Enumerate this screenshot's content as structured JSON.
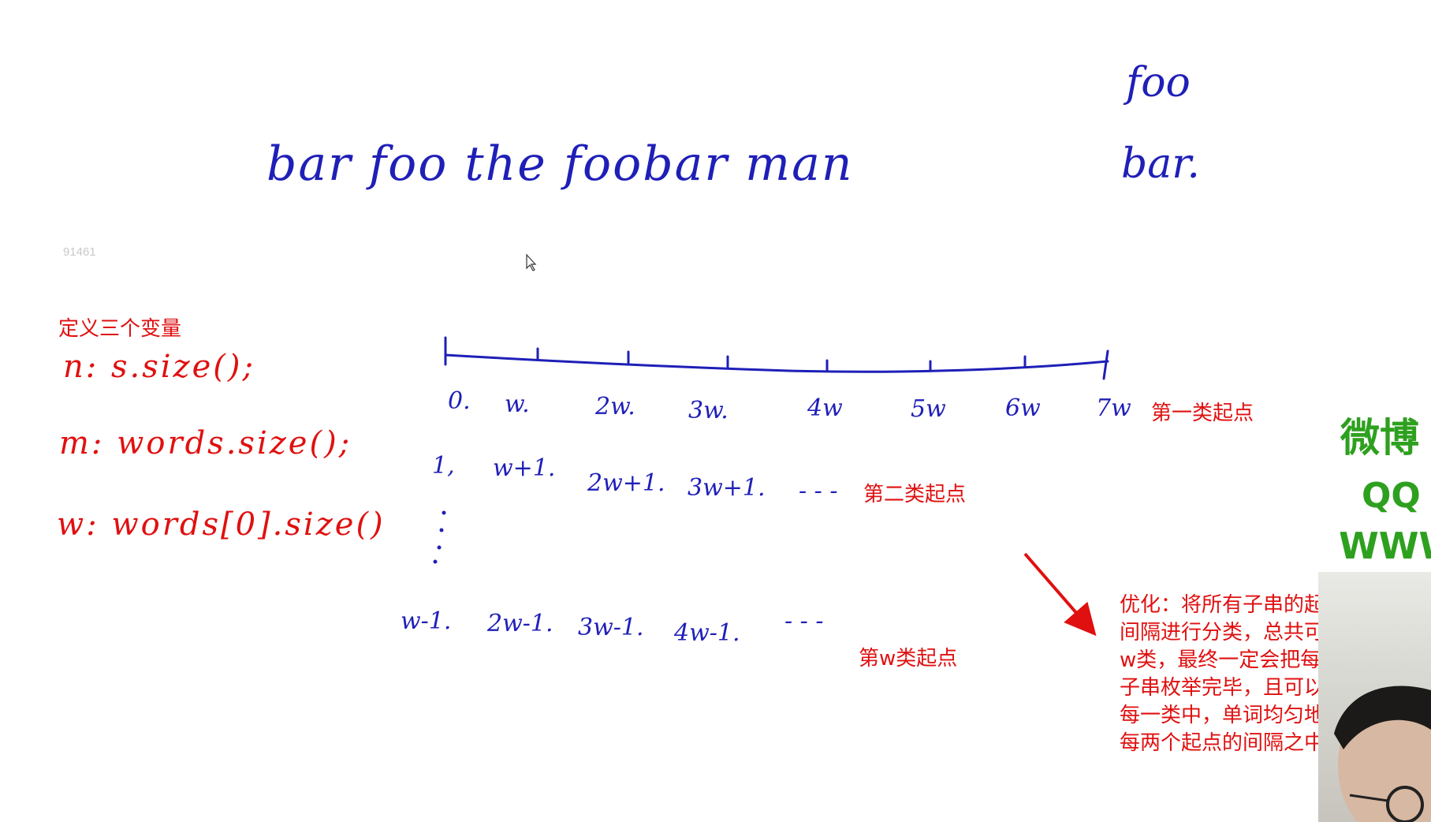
{
  "top_note": {
    "line1": "foo",
    "line2": "bar."
  },
  "sentence": "bar foo the foobar man",
  "hint_id": "91461",
  "variables": {
    "title": "定义三个变量",
    "n": "n: s.size();",
    "m": "m: words.size();",
    "w": "w: words[0].size()"
  },
  "tick_labels": [
    "0.",
    "w.",
    "2w.",
    "3w.",
    "4w",
    "5w",
    "6w",
    "7w"
  ],
  "row2_labels": [
    "1,",
    "w+1.",
    "2w+1.",
    "3w+1.",
    "- - -"
  ],
  "row3_labels": [
    "w-1.",
    "2w-1.",
    "3w-1.",
    "4w-1.",
    "- - -"
  ],
  "class_labels": {
    "first": "第一类起点",
    "second": "第二类起点",
    "wth": "第w类起点"
  },
  "optimization_note": [
    "优化：将所有子串的起始位置按照",
    "间隔进行分类，总共可以分为",
    "w类，最终一定会把每个位置的",
    "子串枚举完毕，且可以看到在",
    "每一类中，单词均匀地分布于",
    "每两个起点的间隔之中。"
  ],
  "side_panel": {
    "line1": "微博",
    "line2": "QQ",
    "line3": "WWW"
  },
  "colors": {
    "ink_blue": "#1f1fb8",
    "ink_red": "#e01010",
    "brand_green": "#2ea01f"
  },
  "icons": [
    "mouse-cursor-icon",
    "arrow-icon"
  ]
}
